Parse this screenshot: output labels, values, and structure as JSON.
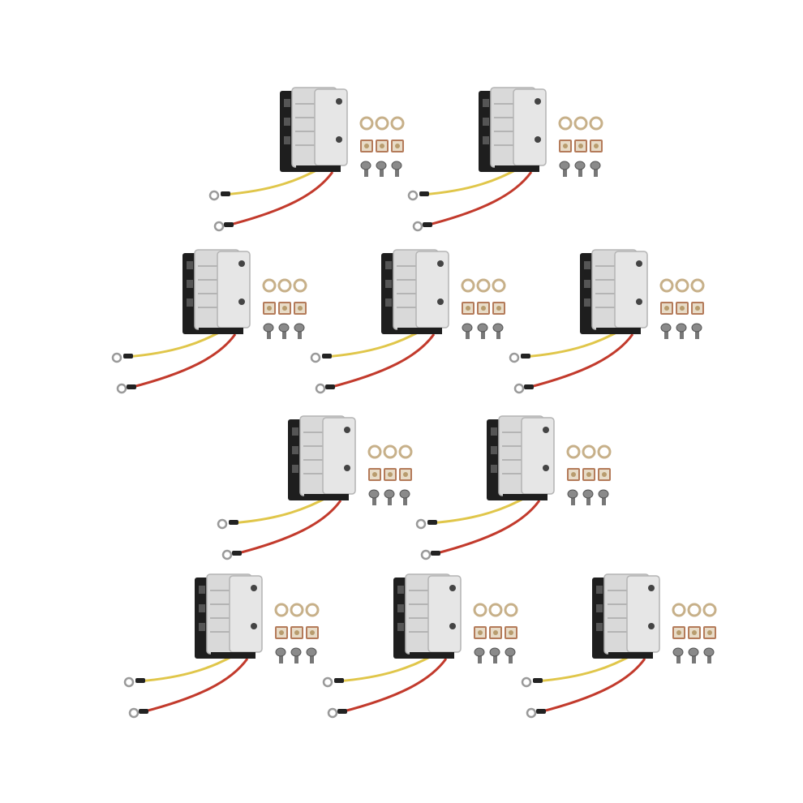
{
  "photo": {
    "background": "#ffffff",
    "rows": [
      {
        "count": 2
      },
      {
        "count": 3
      },
      {
        "count": 2
      },
      {
        "count": 3
      }
    ],
    "kit_contents": {
      "module": "ignition-module",
      "wires": [
        "yellow",
        "red"
      ],
      "washers": 3,
      "square_nuts": 3,
      "screws": 3
    },
    "colors": {
      "housing": "#d9d9d9",
      "housing_shade": "#b4b4b4",
      "connector": "#1e1e1e",
      "wire_yellow": "#e0c64a",
      "wire_red": "#c23a2c",
      "terminal": "#9a9a9a",
      "washer": "#c7b089",
      "nut_edge": "#b47b5a",
      "nut_face": "#e8dcc8",
      "screw_head": "#8a8a8a"
    }
  }
}
